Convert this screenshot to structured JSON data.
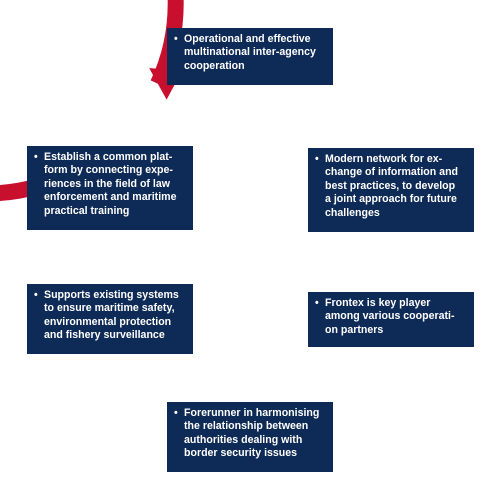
{
  "colors": {
    "ring": "#c8102e",
    "box": "#0e2a56",
    "text": "#ffffff"
  },
  "bullet": "•",
  "steps": [
    {
      "text": "Operational and effective\nmultinational inter-agency\ncooperation"
    },
    {
      "text": "Modern network for ex-\nchange of information and\nbest practices, to develop\na joint approach for future\nchallenges"
    },
    {
      "text": "Frontex is key player\namong various cooperati-\non partners"
    },
    {
      "text": "Forerunner in harmonising\nthe relationship between\nauthorities dealing with\nborder security issues"
    },
    {
      "text": "Supports existing systems\nto ensure maritime safety,\nenvironmental protection\nand fishery surveillance"
    },
    {
      "text": "Establish a common plat-\nform by connecting expe-\nriences in the field of law\nenforcement and maritime\npractical training"
    }
  ]
}
